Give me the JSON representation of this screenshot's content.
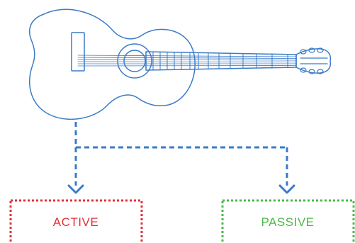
{
  "diagram": {
    "source": {
      "name": "guitar-illustration",
      "color": "#3a7bc8"
    },
    "connector": {
      "color": "#3a7bc8"
    },
    "targets": [
      {
        "label": "ACTIVE",
        "color": "#e0323a"
      },
      {
        "label": "PASSIVE",
        "color": "#4cb84a"
      }
    ]
  }
}
